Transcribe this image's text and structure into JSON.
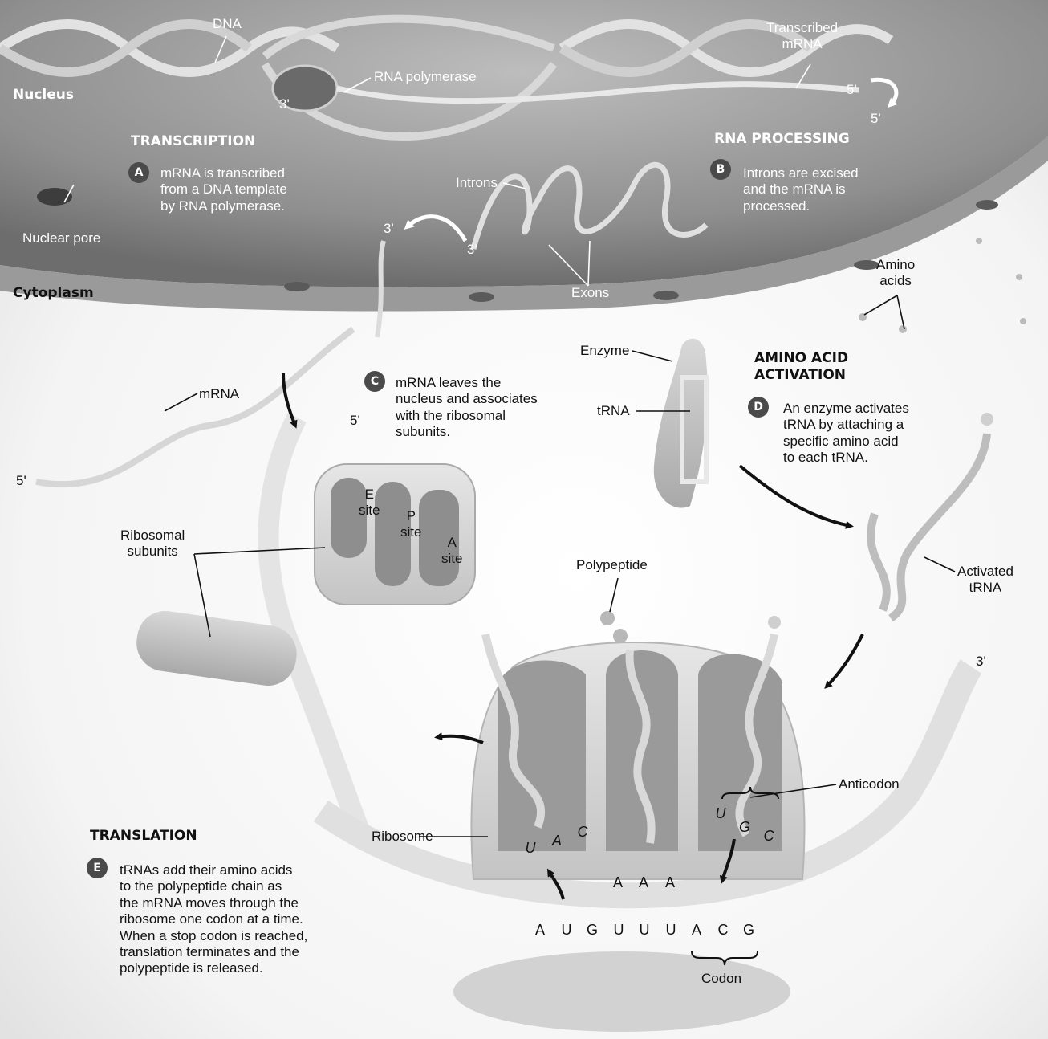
{
  "regions": {
    "nucleus": "Nucleus",
    "cytoplasm": "Cytoplasm"
  },
  "labels": {
    "dna": "DNA",
    "rna_polymerase": "RNA polymerase",
    "three_prime": "3'",
    "five_prime": "5'",
    "transcribed_mrna": "Transcribed\nmRNA",
    "nuclear_pore": "Nuclear pore",
    "introns": "Introns",
    "exons": "Exons",
    "amino_acids": "Amino\nacids",
    "enzyme": "Enzyme",
    "trna": "tRNA",
    "mrna": "mRNA",
    "ribosomal_subunits": "Ribosomal\nsubunits",
    "e_site": "E\nsite",
    "p_site": "P\nsite",
    "a_site": "A\nsite",
    "polypeptide": "Polypeptide",
    "activated_trna": "Activated\ntRNA",
    "anticodon": "Anticodon",
    "ribosome": "Ribosome",
    "codon": "Codon"
  },
  "steps": {
    "a": {
      "badge": "A",
      "heading": "TRANSCRIPTION",
      "text": "mRNA is transcribed\nfrom a DNA template\nby RNA polymerase."
    },
    "b": {
      "badge": "B",
      "heading": "RNA PROCESSING",
      "text": "Introns are excised\nand the mRNA is\nprocessed."
    },
    "c": {
      "badge": "C",
      "text": "mRNA leaves the\nnucleus and associates\nwith the ribosomal\nsubunits."
    },
    "d": {
      "badge": "D",
      "heading": "AMINO ACID\nACTIVATION",
      "text": "An enzyme activates\ntRNA by attaching a\nspecific amino acid\nto each tRNA."
    },
    "e": {
      "badge": "E",
      "heading": "TRANSLATION",
      "text": "tRNAs add their amino acids\nto the polypeptide chain as\nthe mRNA moves through the\nribosome one codon at a time.\nWhen a stop codon is reached,\ntranslation terminates and the\npolypeptide is released."
    }
  },
  "sequences": {
    "mrna_bases": [
      "A",
      "U",
      "G",
      "U",
      "U",
      "U",
      "A",
      "C",
      "G"
    ],
    "anticodon_left": [
      "U",
      "A",
      "C"
    ],
    "anticodon_middle": [
      "A",
      "A",
      "A"
    ],
    "anticodon_right": [
      "U",
      "G",
      "C"
    ]
  }
}
